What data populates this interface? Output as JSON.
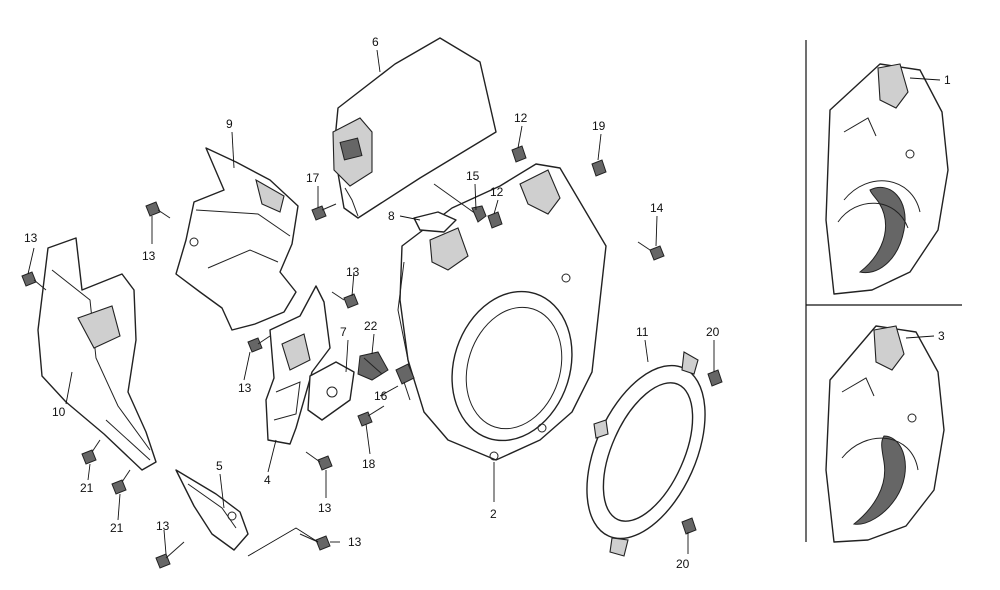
{
  "callouts": {
    "c1": "1",
    "c2": "2",
    "c3": "3",
    "c4": "4",
    "c5": "5",
    "c6": "6",
    "c7": "7",
    "c8": "8",
    "c9": "9",
    "c10": "10",
    "c11": "11",
    "c12a": "12",
    "c12b": "12",
    "c13a": "13",
    "c13b": "13",
    "c13c": "13",
    "c13d": "13",
    "c13e": "13",
    "c13f": "13",
    "c13g": "13",
    "c14": "14",
    "c15": "15",
    "c16": "16",
    "c17": "17",
    "c18": "18",
    "c19": "19",
    "c20a": "20",
    "c20b": "20",
    "c21a": "21",
    "c21b": "21",
    "c22": "22"
  }
}
